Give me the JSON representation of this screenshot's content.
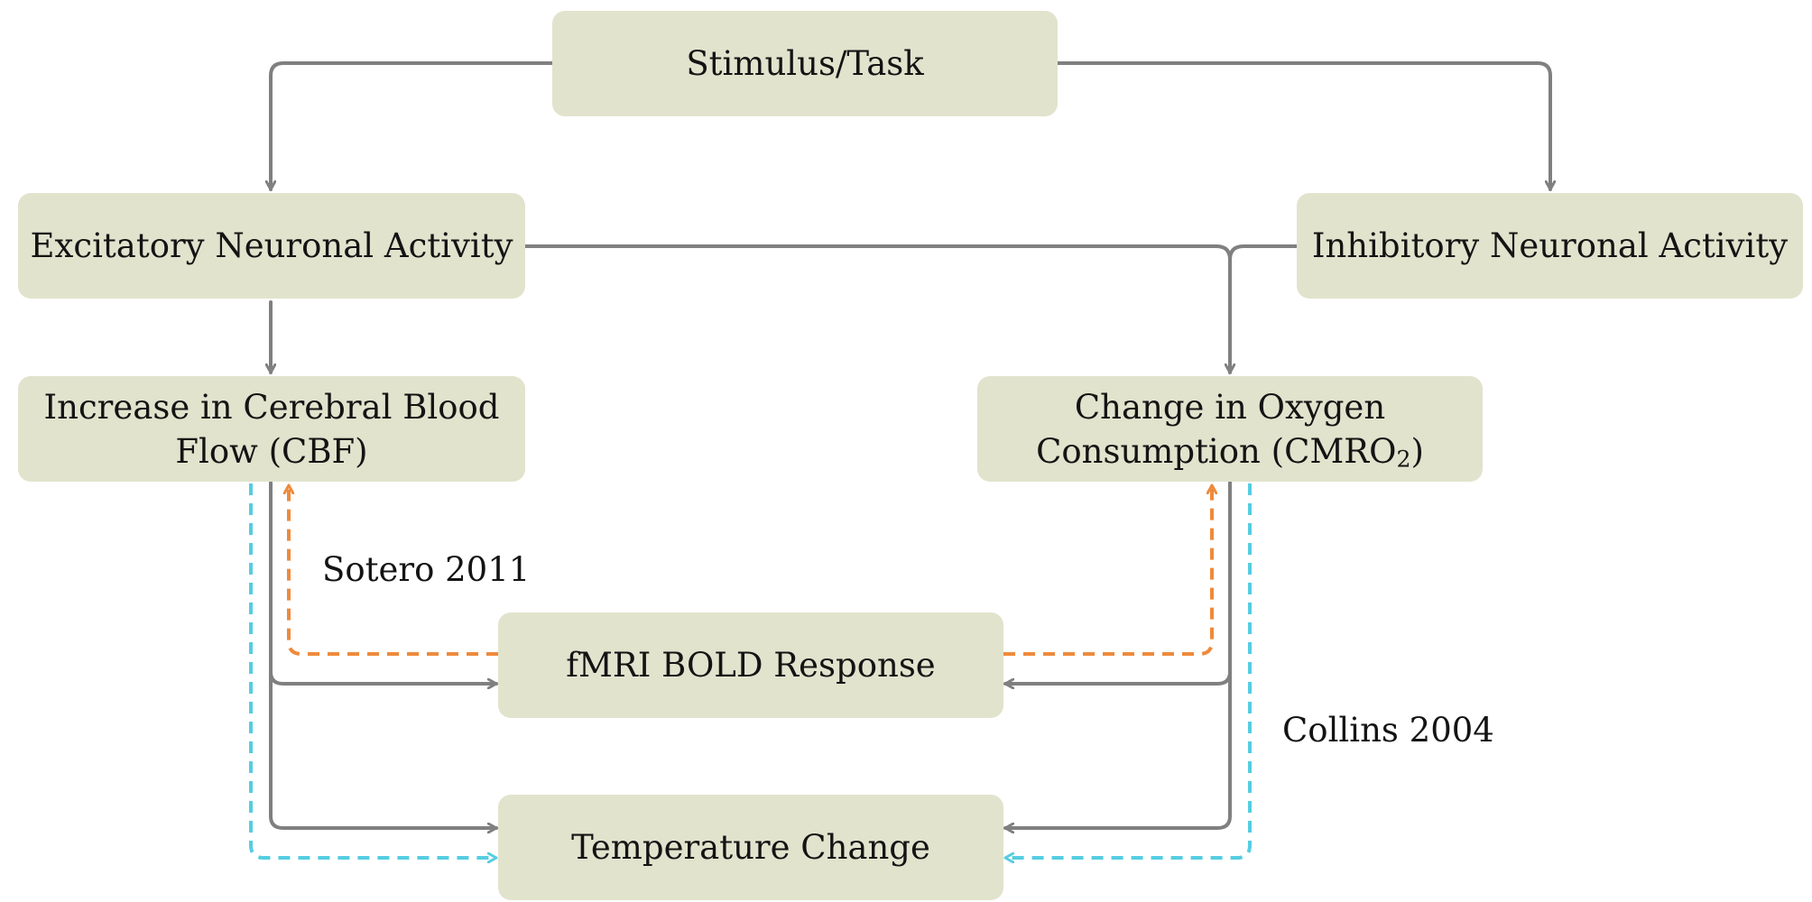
{
  "nodes": {
    "stimulus": {
      "label": "Stimulus/Task"
    },
    "excitatory": {
      "label": "Excitatory Neuronal Activity"
    },
    "inhibitory": {
      "label": "Inhibitory Neuronal Activity"
    },
    "cbf": {
      "line1": "Increase in Cerebral Blood",
      "line2": "Flow (CBF)"
    },
    "cmro2": {
      "line1": "Change in Oxygen",
      "line2_prefix": "Consumption (CMRO",
      "line2_sub": "2",
      "line2_suffix": ")"
    },
    "bold": {
      "label": "fMRI BOLD Response"
    },
    "temperature": {
      "label": "Temperature Change"
    }
  },
  "annotations": {
    "sotero": "Sotero 2011",
    "collins": "Collins 2004"
  },
  "colors": {
    "node_fill": "#e1e3cd",
    "solid_arrow": "#808080",
    "orange_dashed": "#ee8a3c",
    "cyan_dashed": "#55cde2",
    "text": "#141414"
  }
}
